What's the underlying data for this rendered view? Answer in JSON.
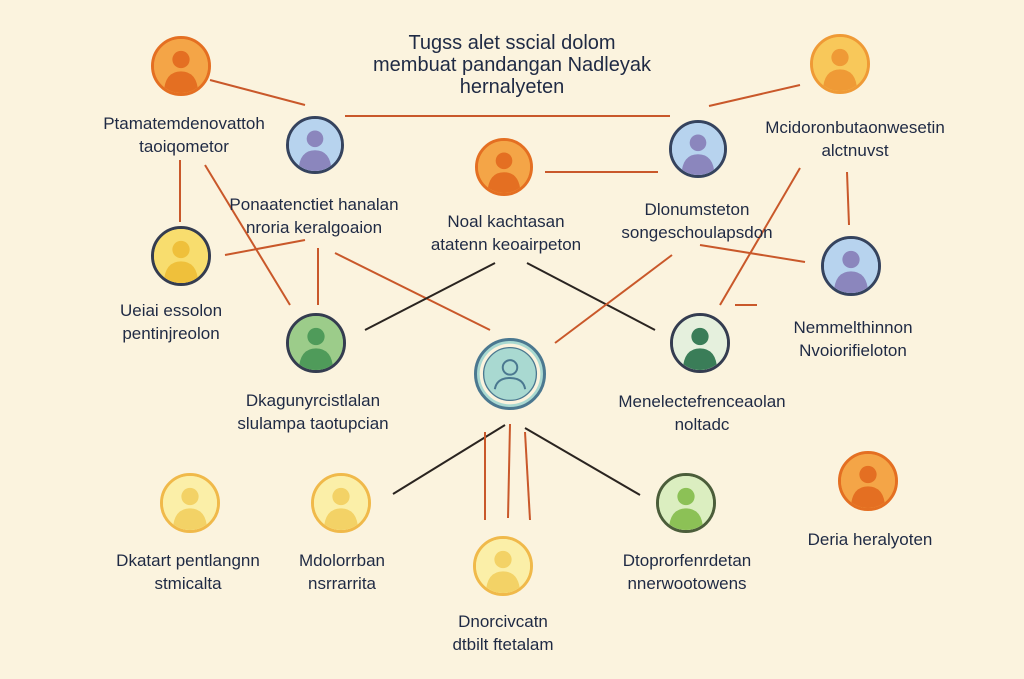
{
  "title": {
    "line1": "Tugss alet sscial dolom",
    "line2": "membuat pandangan Nadleyak",
    "line3": "hernalyeten"
  },
  "colors": {
    "background": "#fbf3de",
    "edge_orange": "#c9582a",
    "edge_dark": "#2a2420",
    "text": "#1f2a44"
  },
  "nodes": [
    {
      "id": "n1",
      "palette": "orange",
      "labels": [
        "Ptamatemdenovattoh",
        "taoiqometor"
      ]
    },
    {
      "id": "n2",
      "palette": "lavender",
      "labels": [
        "Ponaatenctiet hanalan",
        "nroria keralgoaion"
      ]
    },
    {
      "id": "n3",
      "palette": "orange",
      "labels": [
        "Noal kachtasan",
        "atatenn keoairpeton"
      ]
    },
    {
      "id": "n4",
      "palette": "lavender",
      "labels": [
        "Dlonumsteton",
        "songeschoulapsdon"
      ]
    },
    {
      "id": "n5",
      "palette": "amber",
      "labels": [
        "Mcidoronbutaonwesetin",
        "alctnuvst"
      ]
    },
    {
      "id": "n6",
      "palette": "yellow",
      "labels": [
        "Ueiai essolon",
        "pentinjreolon"
      ]
    },
    {
      "id": "n7",
      "palette": "lavender",
      "labels": [
        "Nemmelthinnon",
        "Nvoiorifieloton"
      ]
    },
    {
      "id": "n8",
      "palette": "green",
      "labels": [
        "Dkagunyrcistlalan",
        "slulampa taotupcian"
      ]
    },
    {
      "id": "n9",
      "palette": "teal",
      "labels": []
    },
    {
      "id": "n10",
      "palette": "darkgreen",
      "labels": [
        "Menelectefrenceaolan",
        "noltadc"
      ]
    },
    {
      "id": "n11",
      "palette": "orange",
      "labels": [
        "Deria heralyoten"
      ]
    },
    {
      "id": "n12",
      "palette": "paleyellow",
      "labels": [
        "Dkatart pentlangnn",
        "stmicalta"
      ]
    },
    {
      "id": "n13",
      "palette": "paleyellow",
      "labels": [
        "Mdolorrban",
        "nsrrarrita"
      ]
    },
    {
      "id": "n14",
      "palette": "paleyellow",
      "labels": [
        "Dnorcivcatn",
        "dtbilt ftetalam"
      ]
    },
    {
      "id": "n15",
      "palette": "lightgreen",
      "labels": [
        "Dtoprorfenrdetan",
        "nnerwootowens"
      ]
    }
  ]
}
